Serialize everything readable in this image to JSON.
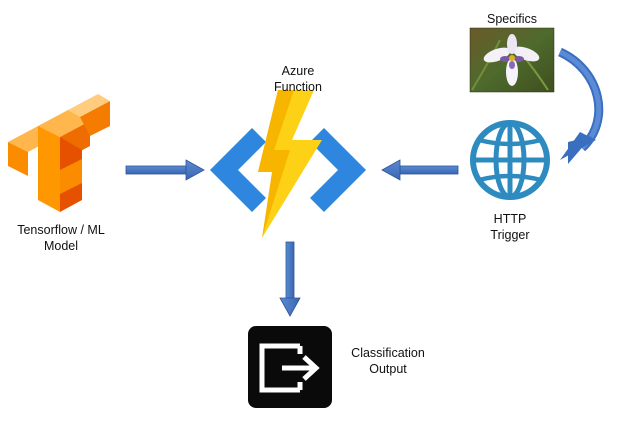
{
  "nodes": {
    "tensorflow": {
      "label_line1": "Tensorflow / ML",
      "label_line2": "Model",
      "icon": "tensorflow-logo-icon"
    },
    "azure_function": {
      "label_line1": "Azure",
      "label_line2": "Function",
      "icon": "azure-function-lightning-icon"
    },
    "specifics": {
      "label": "Specifics",
      "icon": "iris-flower-photo"
    },
    "http_trigger": {
      "label_line1": "HTTP",
      "label_line2": "Trigger",
      "icon": "globe-icon"
    },
    "classification_output": {
      "label_line1": "Classification",
      "label_line2": "Output",
      "icon": "exit-arrow-icon"
    }
  },
  "colors": {
    "arrow": "#4472c4",
    "arrow_dark": "#2f5597",
    "tensorflow_light": "#ffa726",
    "tensorflow_dark": "#e65100",
    "tensorflow_mid": "#f57c00",
    "bracket": "#1e88e5",
    "bolt_yellow": "#fcd116",
    "bolt_orange": "#f7a600",
    "globe": "#2e8bc0",
    "output_bg": "#0a0a0a"
  }
}
